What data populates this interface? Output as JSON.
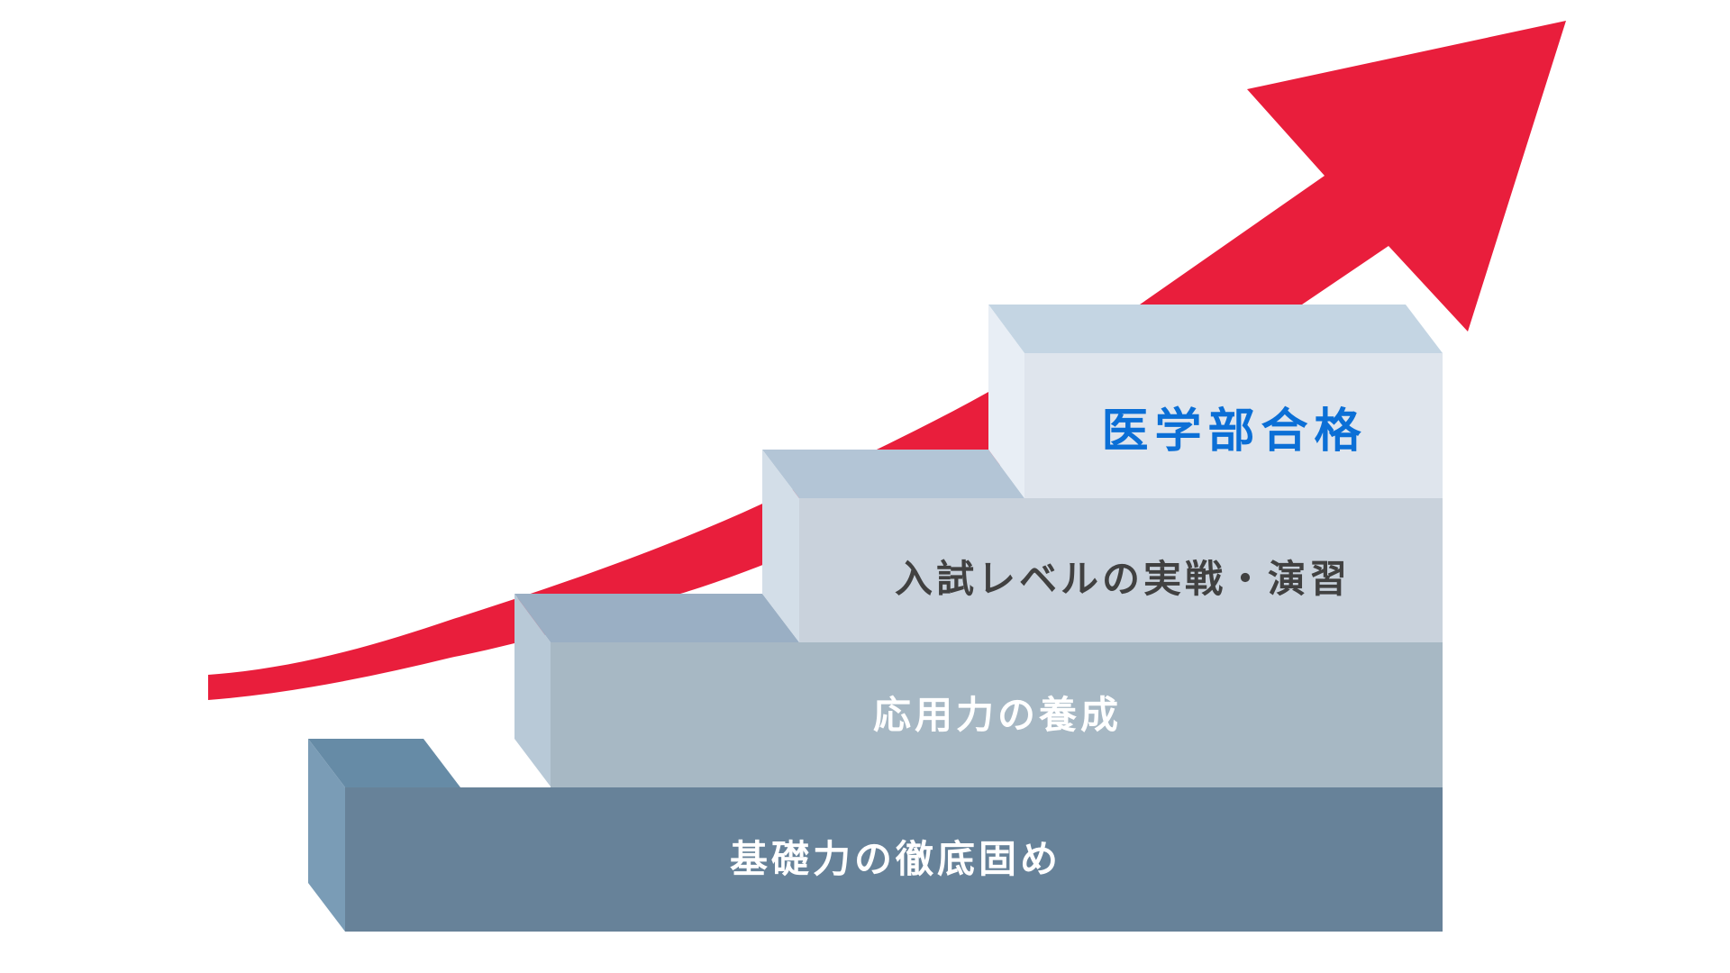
{
  "diagram": {
    "type": "staircase-growth",
    "background": "#ffffff",
    "arrow": {
      "color": "#e91e3c",
      "direction": "up-right"
    },
    "steps": [
      {
        "level": 1,
        "label": "基礎力の徹底固め",
        "text_color": "#ffffff",
        "front_color": "#678299",
        "top_color": "#668ba6",
        "side_color": "#7a9cb6"
      },
      {
        "level": 2,
        "label": "応用力の養成",
        "text_color": "#ffffff",
        "front_color": "#a7b8c4",
        "top_color": "#9aafc4",
        "side_color": "#b8c9d7"
      },
      {
        "level": 3,
        "label": "入試レベルの実戦・演習",
        "text_color": "#414141",
        "front_color": "#c9d2dc",
        "top_color": "#b3c5d6",
        "side_color": "#d3dee8"
      },
      {
        "level": 4,
        "label": "医学部合格",
        "text_color": "#0b6fd6",
        "front_color": "#dfe5ed",
        "top_color": "#c4d5e3",
        "side_color": "#e8eef5"
      }
    ]
  }
}
